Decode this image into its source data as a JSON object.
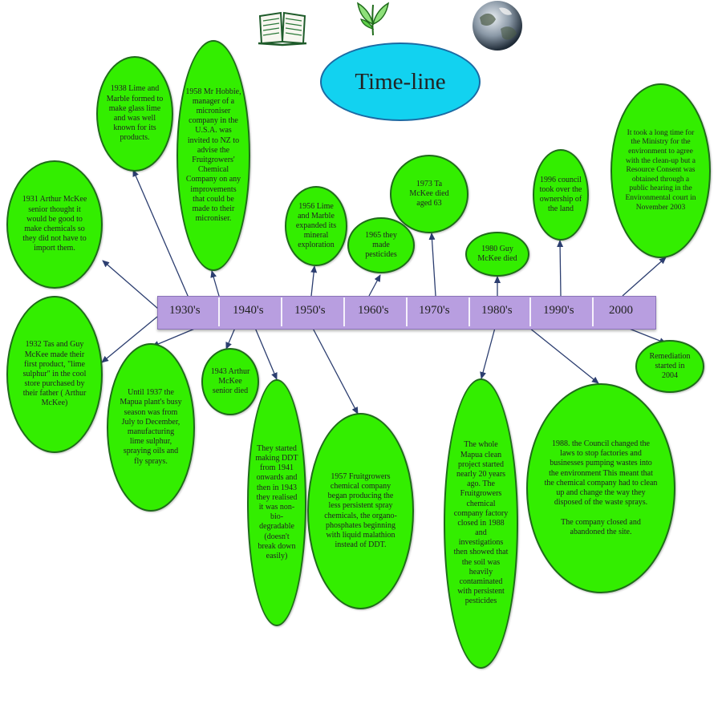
{
  "title": "Time-line",
  "decades": [
    "1930's",
    "1940's",
    "1950's",
    "1960's",
    "1970's",
    "1980's",
    "1990's",
    "2000"
  ],
  "events": {
    "e1938": "1938 Lime and Marble formed to make glass lime and was well known for its products.",
    "e1958": "1958 Mr Hobbie, manager of a microniser company in the U.S.A. was invited to NZ to advise the Fruitgrowers' Chemical Company on any improvements that could be made to their microniser.",
    "e1931": "1931 Arthur McKee senior thought it would be good to make chemicals so they did not have to import them.",
    "e1956": "1956 Lime and Marble expanded its mineral exploration",
    "e1965": "1965 they made pesticides",
    "e1973": "1973 Ta McKee died aged 63",
    "e1980": "1980 Guy McKee died",
    "e1996": "1996 council took over the ownership of the land",
    "e2003": "It took a long time for the Ministry for the environment to agree with the clean-up but a Resource Consent was obtained through a public hearing in the Environmental court in November 2003",
    "e1932": "1932 Tas and Guy McKee made their first product, \"lime sulphur\" in the cool store purchased by their father ( Arthur McKee)",
    "e1937": "Until 1937 the Mapua plant's busy season was from July to December, manufacturing lime sulphur, spraying oils and fly sprays.",
    "e1943": "1943 Arthur McKee senior died",
    "eDDT": "They started making DDT from 1941 onwards and then in 1943 they realised it was non-bio-degradable (doesn't break down easily)",
    "e1957": "1957 Fruitgrowers chemical company began producing the less persistent spray chemicals, the organo-phosphates beginning with liquid malathion instead of DDT.",
    "eMapua": "The whole Mapua clean project started nearly 20 years ago. The Fruitgrowers chemical company factory closed in 1988 and investigations then showed that the soil was heavily contaminated with persistent pesticides",
    "e1988": "1988. the Council changed the laws to stop factories and businesses pumping wastes into the environment This meant that the chemical company had to clean up and change the way they disposed of the waste sprays.\n\nThe company closed and abandoned the site.",
    "e2004": "Remediation started in 2004"
  },
  "colors": {
    "bubble": "#33ee00",
    "bubble_border": "#1f6b1a",
    "title_oval": "#12d2f0",
    "timeline_bar": "#b89ee0",
    "arrow": "#2c3e70"
  },
  "icons": [
    "open-book-icon",
    "plant-icon",
    "globe-icon"
  ]
}
